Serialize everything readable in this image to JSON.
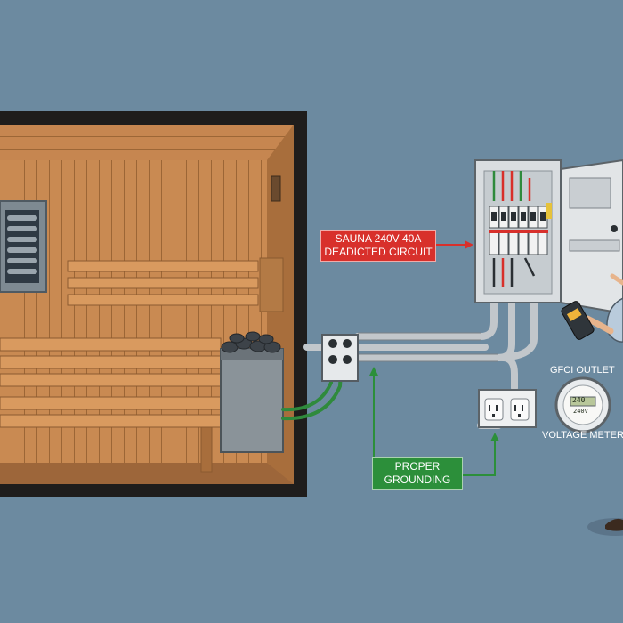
{
  "callouts": {
    "sauna_circuit": {
      "line1": "SAUNA 240V 40A",
      "line2": "DEADICTED CIRCUIT"
    },
    "grounding": {
      "line1": "PROPER",
      "line2": "GROUNDING"
    },
    "gfci": "GFCI OUTLET",
    "voltage_meter": "VOLTAGE METER",
    "meter_readout": {
      "top": "240",
      "bottom": "240V"
    }
  },
  "colors": {
    "background": "#6c8aa0",
    "callout_red": "#d8302b",
    "callout_green": "#2c8f3a",
    "wood": "#c98a52",
    "wire_green": "#2f8a3c"
  },
  "icons": [
    "sauna-heater-icon",
    "wall-heater-icon",
    "junction-box-icon",
    "breaker-panel-icon",
    "gfci-outlet-icon",
    "voltage-meter-icon",
    "electrician-icon"
  ]
}
